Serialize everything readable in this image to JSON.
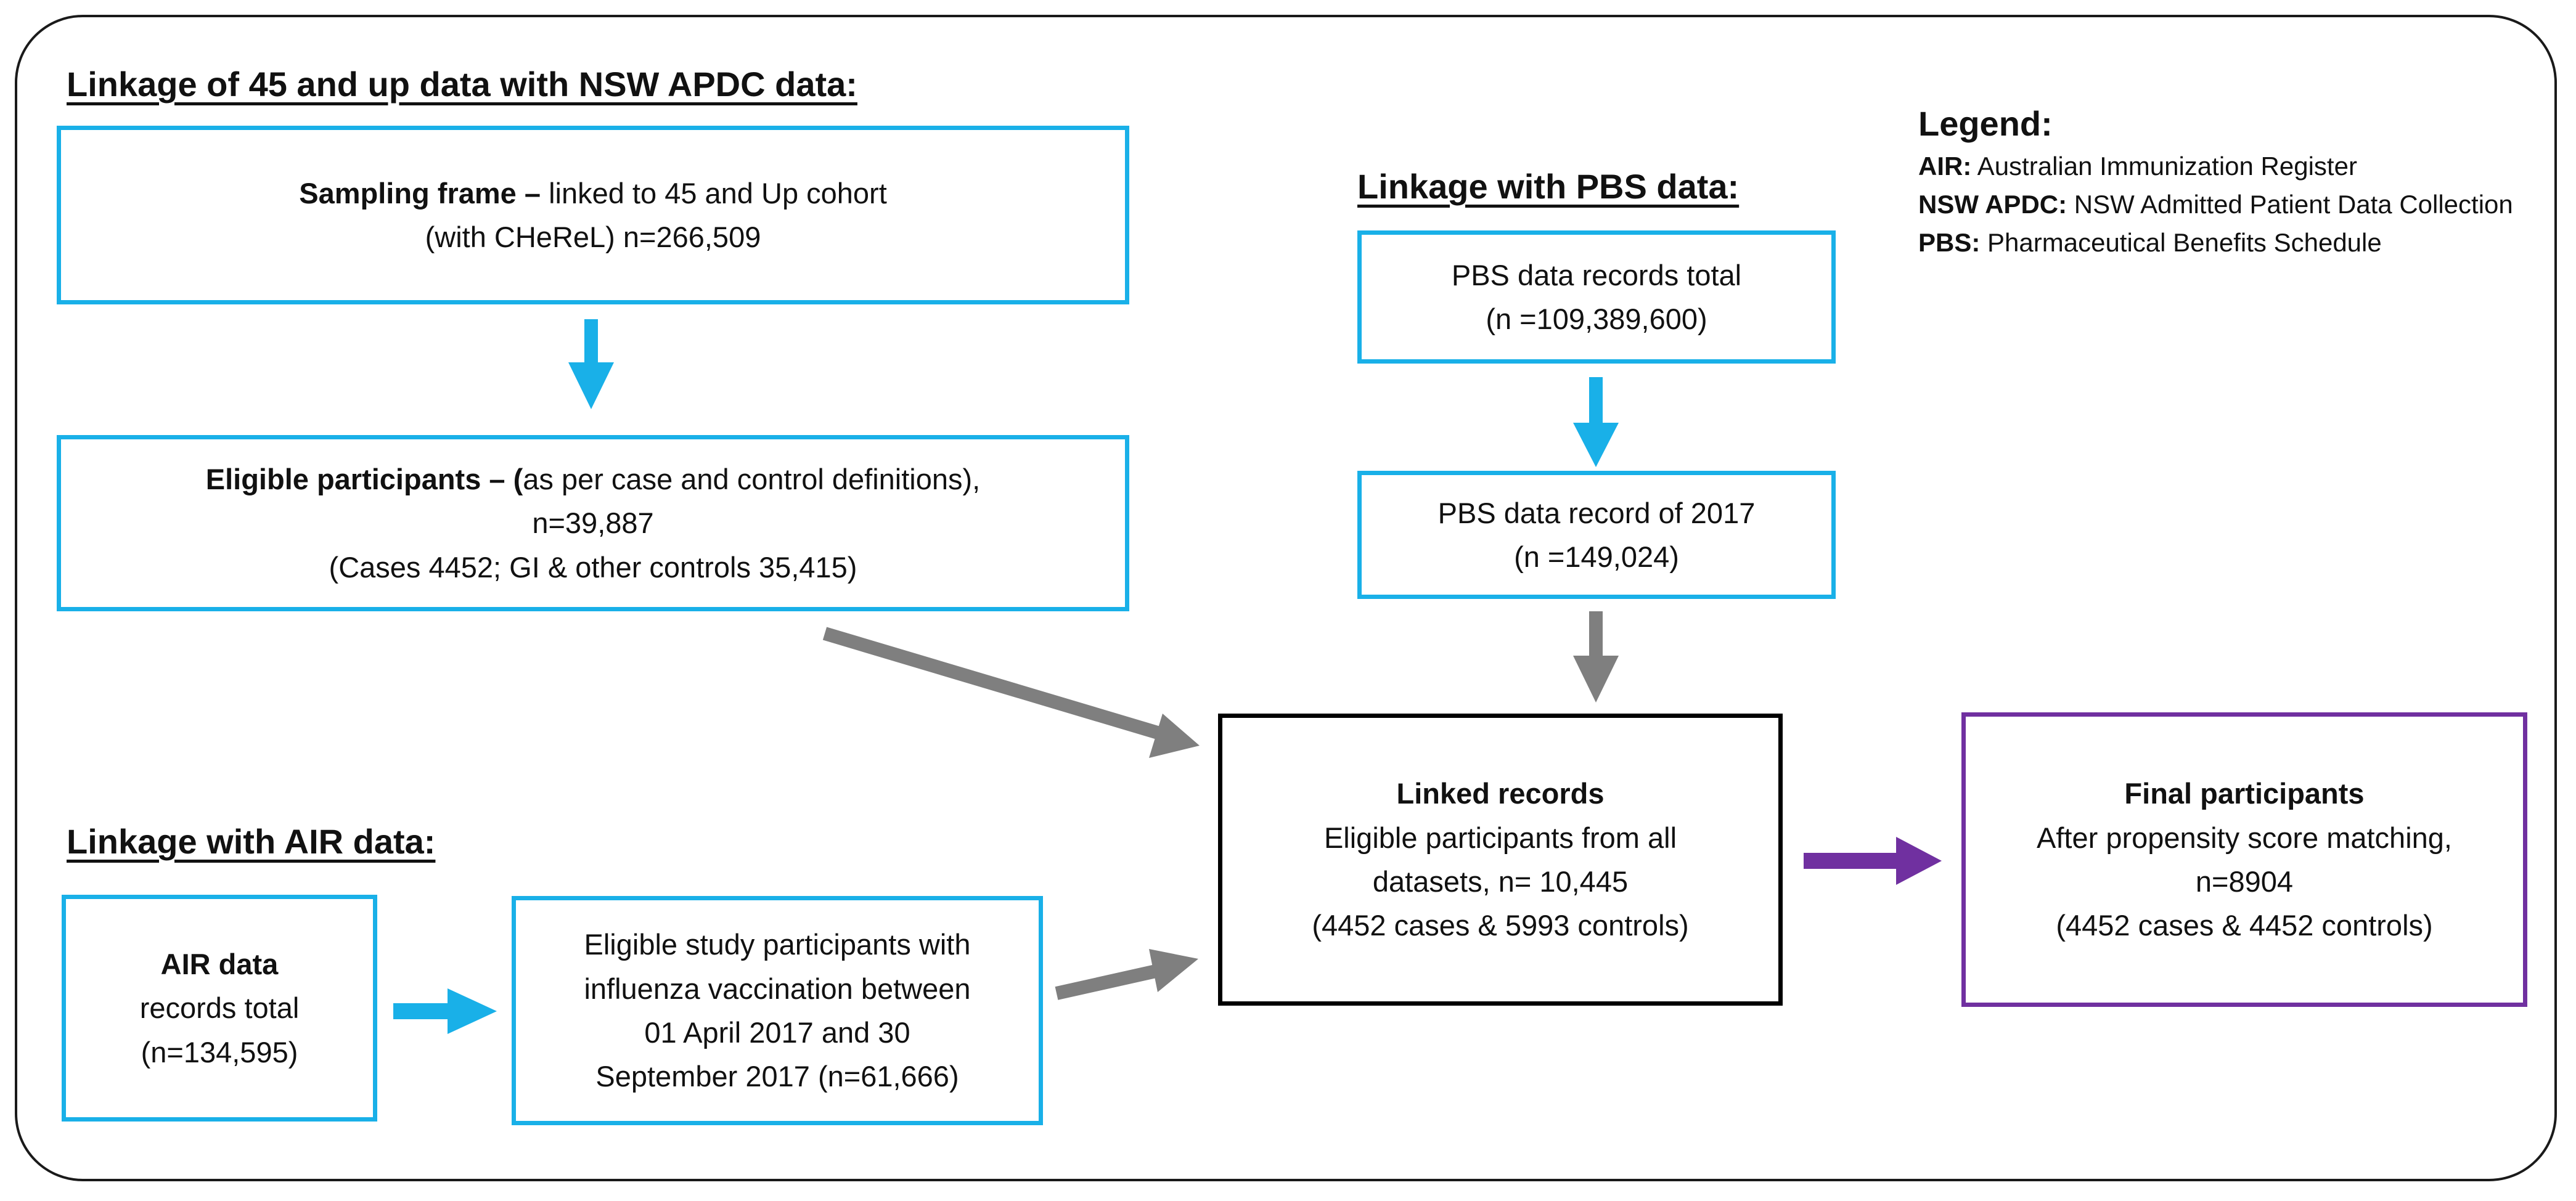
{
  "sections": {
    "apdc_title": "Linkage of 45 and up data with NSW APDC data:",
    "pbs_title": "Linkage with PBS data:",
    "air_title": "Linkage with AIR data:"
  },
  "legend": {
    "title": "Legend:",
    "items": [
      {
        "abbr": "AIR:",
        "text": " Australian Immunization Register"
      },
      {
        "abbr": "NSW APDC:",
        "text": " NSW Admitted Patient Data Collection"
      },
      {
        "abbr": "PBS:",
        "text": " Pharmaceutical Benefits Schedule"
      }
    ]
  },
  "boxes": {
    "sampling": {
      "bold": "Sampling frame –",
      "line1_rest": " linked to 45 and Up cohort",
      "line2": "(with CHeReL) n=266,509"
    },
    "eligible": {
      "bold": "Eligible participants – (",
      "line1_rest": "as per case and control definitions),",
      "line2": "n=39,887",
      "line3": "(Cases 4452;  GI & other controls 35,415)"
    },
    "pbs_total": {
      "line1": "PBS data records total",
      "line2": "(n =109,389,600)"
    },
    "pbs_2017": {
      "line1": "PBS data record of 2017",
      "line2": "(n =149,024)"
    },
    "linked": {
      "title": "Linked records",
      "line1": "Eligible participants from all",
      "line2": "datasets, n= 10,445",
      "line3": "(4452 cases & 5993 controls)"
    },
    "final": {
      "title": "Final participants",
      "line1": "After propensity score matching,",
      "line2": "n=8904",
      "line3": "(4452 cases & 4452 controls)"
    },
    "air_data": {
      "title": "AIR data",
      "line1": "records total",
      "line2": "(n=134,595)"
    },
    "air_eligible": {
      "line1": "Eligible study participants with",
      "line2": "influenza vaccination between",
      "line3": "01 April 2017 and 30",
      "line4": "September 2017 (n=61,666)"
    }
  },
  "colors": {
    "blue_border": "#19b0e8",
    "blue_arrow": "#19b0e8",
    "gray_arrow": "#7f7f7f",
    "purple": "#7030a0",
    "black": "#000000"
  }
}
